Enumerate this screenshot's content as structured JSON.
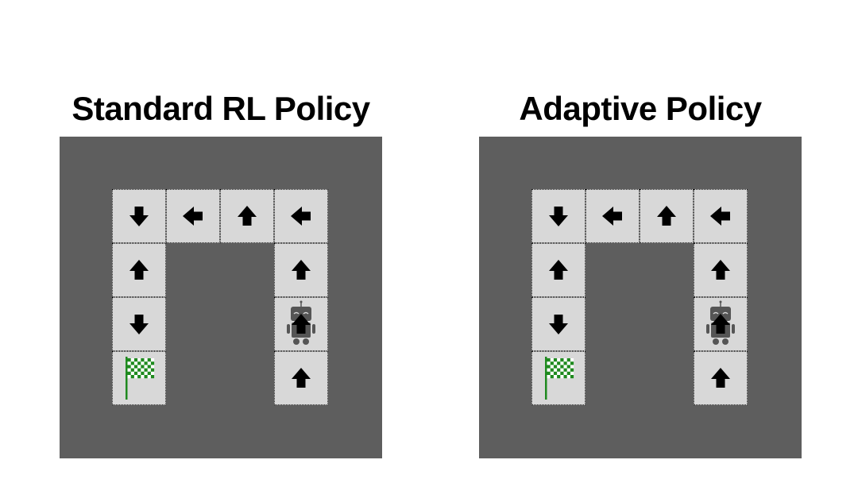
{
  "panels": [
    {
      "title": "Standard RL Policy",
      "cells": [
        {
          "row": 0,
          "col": 0,
          "content": "arrow",
          "dir": "down"
        },
        {
          "row": 0,
          "col": 1,
          "content": "arrow",
          "dir": "left"
        },
        {
          "row": 0,
          "col": 2,
          "content": "arrow",
          "dir": "up"
        },
        {
          "row": 0,
          "col": 3,
          "content": "arrow",
          "dir": "left"
        },
        {
          "row": 1,
          "col": 0,
          "content": "arrow",
          "dir": "up"
        },
        {
          "row": 1,
          "col": 3,
          "content": "arrow",
          "dir": "up"
        },
        {
          "row": 2,
          "col": 0,
          "content": "arrow",
          "dir": "down"
        },
        {
          "row": 2,
          "col": 3,
          "content": "robot-arrow",
          "dir": "up"
        },
        {
          "row": 3,
          "col": 0,
          "content": "goal-flag"
        },
        {
          "row": 3,
          "col": 3,
          "content": "arrow",
          "dir": "up"
        }
      ]
    },
    {
      "title": "Adaptive Policy",
      "cells": [
        {
          "row": 0,
          "col": 0,
          "content": "arrow",
          "dir": "down"
        },
        {
          "row": 0,
          "col": 1,
          "content": "arrow",
          "dir": "left"
        },
        {
          "row": 0,
          "col": 2,
          "content": "arrow",
          "dir": "up"
        },
        {
          "row": 0,
          "col": 3,
          "content": "arrow",
          "dir": "left"
        },
        {
          "row": 1,
          "col": 0,
          "content": "arrow",
          "dir": "up"
        },
        {
          "row": 1,
          "col": 3,
          "content": "arrow",
          "dir": "up"
        },
        {
          "row": 2,
          "col": 0,
          "content": "arrow",
          "dir": "down"
        },
        {
          "row": 2,
          "col": 3,
          "content": "robot-arrow",
          "dir": "up"
        },
        {
          "row": 3,
          "col": 0,
          "content": "goal-flag"
        },
        {
          "row": 3,
          "col": 3,
          "content": "arrow",
          "dir": "up"
        }
      ]
    }
  ],
  "colors": {
    "board": "#5e5e5e",
    "cell": "#d8d8d8",
    "arrow": "#000000",
    "flag": "#1f8a1f",
    "robot": "#555555"
  },
  "icons": {
    "arrow": "arrow-icon",
    "robot": "robot-icon",
    "goal": "checkered-flag-icon"
  }
}
